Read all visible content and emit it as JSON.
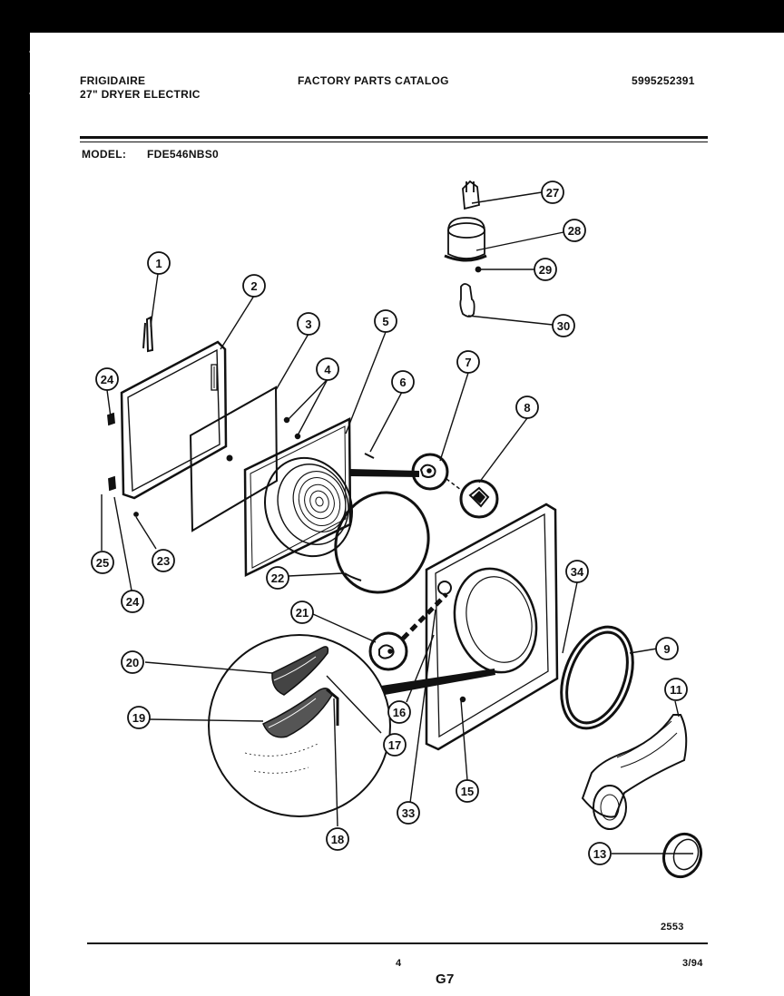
{
  "header": {
    "brand": "FRIGIDAIRE",
    "product": "27\" DRYER ELECTRIC",
    "catalog": "FACTORY PARTS CATALOG",
    "catalog_number": "5995252391",
    "model_label": "MODEL:",
    "model_value": "FDE546NBS0"
  },
  "footer": {
    "drawing_number": "2553",
    "page_number": "4",
    "section": "G7",
    "date": "3/94"
  },
  "callouts": [
    "1",
    "2",
    "3",
    "4",
    "5",
    "6",
    "7",
    "8",
    "9",
    "11",
    "13",
    "15",
    "16",
    "17",
    "18",
    "19",
    "20",
    "21",
    "22",
    "23",
    "24",
    "24",
    "25",
    "27",
    "28",
    "29",
    "30",
    "33",
    "34"
  ],
  "colors": {
    "ink": "#111111",
    "paper": "#ffffff"
  }
}
